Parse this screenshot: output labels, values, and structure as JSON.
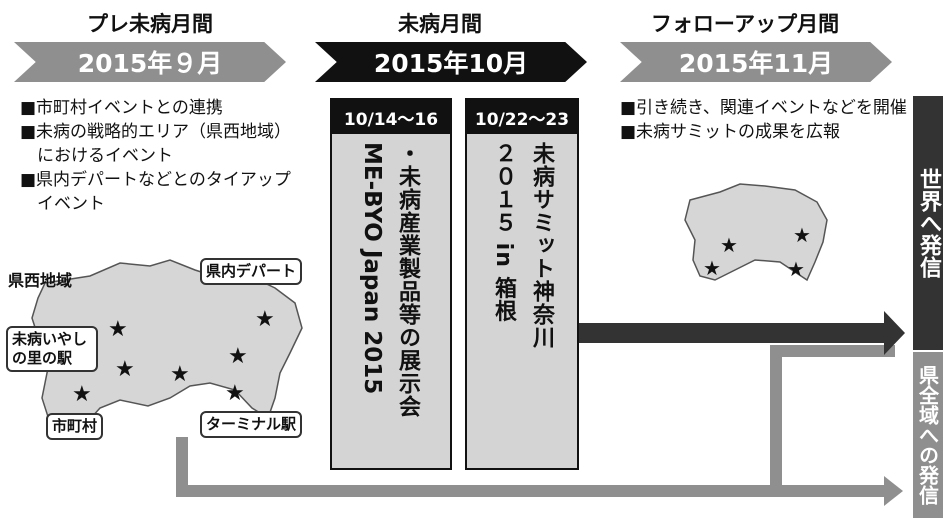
{
  "phases": [
    {
      "title": "プレ未病月間",
      "date": "2015年９月"
    },
    {
      "title": "未病月間",
      "date": "2015年10月"
    },
    {
      "title": "フォローアップ月間",
      "date": "2015年11月"
    }
  ],
  "pre_bullets": [
    "■市町村イベントとの連携",
    "■未病の戦略的エリア（県西地域）におけるイベント",
    "■県内デパートなどとのタイアップイベント"
  ],
  "follow_bullets": [
    "■引き続き、関連イベントなどを開催",
    "■未病サミットの成果を広報"
  ],
  "event1": {
    "dates": "10/14〜16",
    "line1": "・未病産業製品等の展示会",
    "line2": "ME-BYO Japan 2015"
  },
  "event2": {
    "dates": "10/22〜23",
    "line1": "未病サミット神奈川",
    "line2": "２０１５ in 箱根"
  },
  "map_labels": {
    "region": "県西地域",
    "station_rest": "未病いやしの里の駅",
    "department": "県内デパート",
    "municipality": "市町村",
    "terminal": "ターミナル駅"
  },
  "side": {
    "world": "世界へ発信",
    "prefecture": "県全域への発信"
  },
  "colors": {
    "dark": "#111111",
    "gray": "#8f8f8f",
    "map": "#d6d6d6",
    "box": "#d4d4d4"
  }
}
